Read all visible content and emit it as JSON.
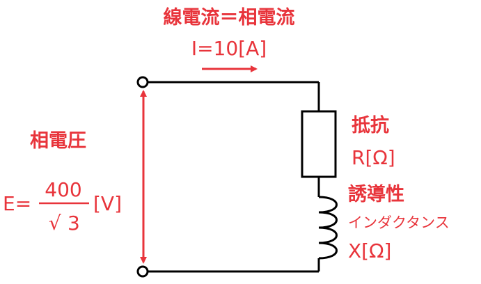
{
  "labels": {
    "line_current_title": "線電流＝相電流",
    "current_value": "I=10[A]",
    "phase_voltage_title": "相電圧",
    "voltage_prefix": "E=",
    "voltage_numerator": "400",
    "voltage_radical": "√",
    "voltage_denominator": "3",
    "voltage_unit": "[V]",
    "resistor_title": "抵抗",
    "resistor_value": "R[Ω]",
    "inductor_title": "誘導性",
    "inductor_subtitle": "インダクタンス",
    "inductor_value": "X[Ω]"
  },
  "colors": {
    "wire": "#000000",
    "annotation": "#e8343b",
    "background": "#ffffff"
  }
}
